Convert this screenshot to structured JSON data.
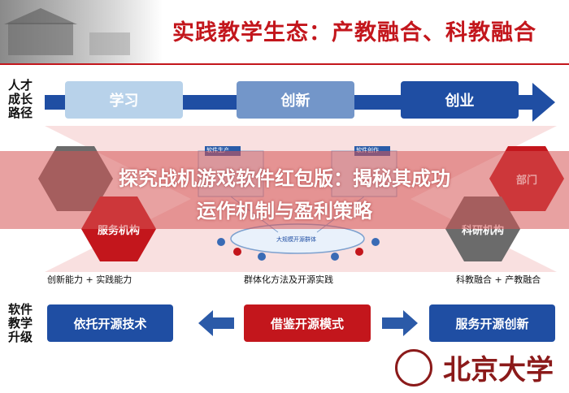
{
  "title": "实践教学生态：产教融合、科教融合",
  "top_row": {
    "label_lines": [
      "人才",
      "成长",
      "路径"
    ],
    "boxes": [
      {
        "label": "学习",
        "color": "#b8d2ea"
      },
      {
        "label": "创新",
        "color": "#7396c9"
      },
      {
        "label": "创业",
        "color": "#1f4ea3"
      }
    ]
  },
  "middle": {
    "left_hexes": [
      {
        "label": "",
        "color": "#6b6b6b"
      },
      {
        "label": "服务机构",
        "color": "#c3161c"
      }
    ],
    "right_hexes": [
      {
        "label": "部门",
        "color": "#c3161c"
      },
      {
        "label": "科研机构",
        "color": "#6b6b6b"
      }
    ],
    "diagram_labels": {
      "left_tag": "软件生产",
      "right_tag": "软件创作",
      "center_cloud": "大规模开源群体"
    },
    "captions": {
      "left": "创新能力 + 实践能力",
      "center": "群体化方法及开源实践",
      "right": "科教融合 + 产教融合"
    }
  },
  "overlay": {
    "line1": "探究战机游戏软件红包版：揭秘其成功",
    "line2": "运作机制与盈利策略"
  },
  "bottom_row": {
    "label_lines": [
      "软件",
      "教学",
      "升级"
    ],
    "boxes": [
      {
        "label": "依托开源技术",
        "color": "#1f4ea3"
      },
      {
        "label": "借鉴开源模式",
        "color": "#c3161c"
      },
      {
        "label": "服务开源创新",
        "color": "#1f4ea3"
      }
    ]
  },
  "footer": {
    "university": "北京大学"
  },
  "colors": {
    "brand_red": "#c3161c",
    "brand_blue": "#1f4ea3"
  }
}
